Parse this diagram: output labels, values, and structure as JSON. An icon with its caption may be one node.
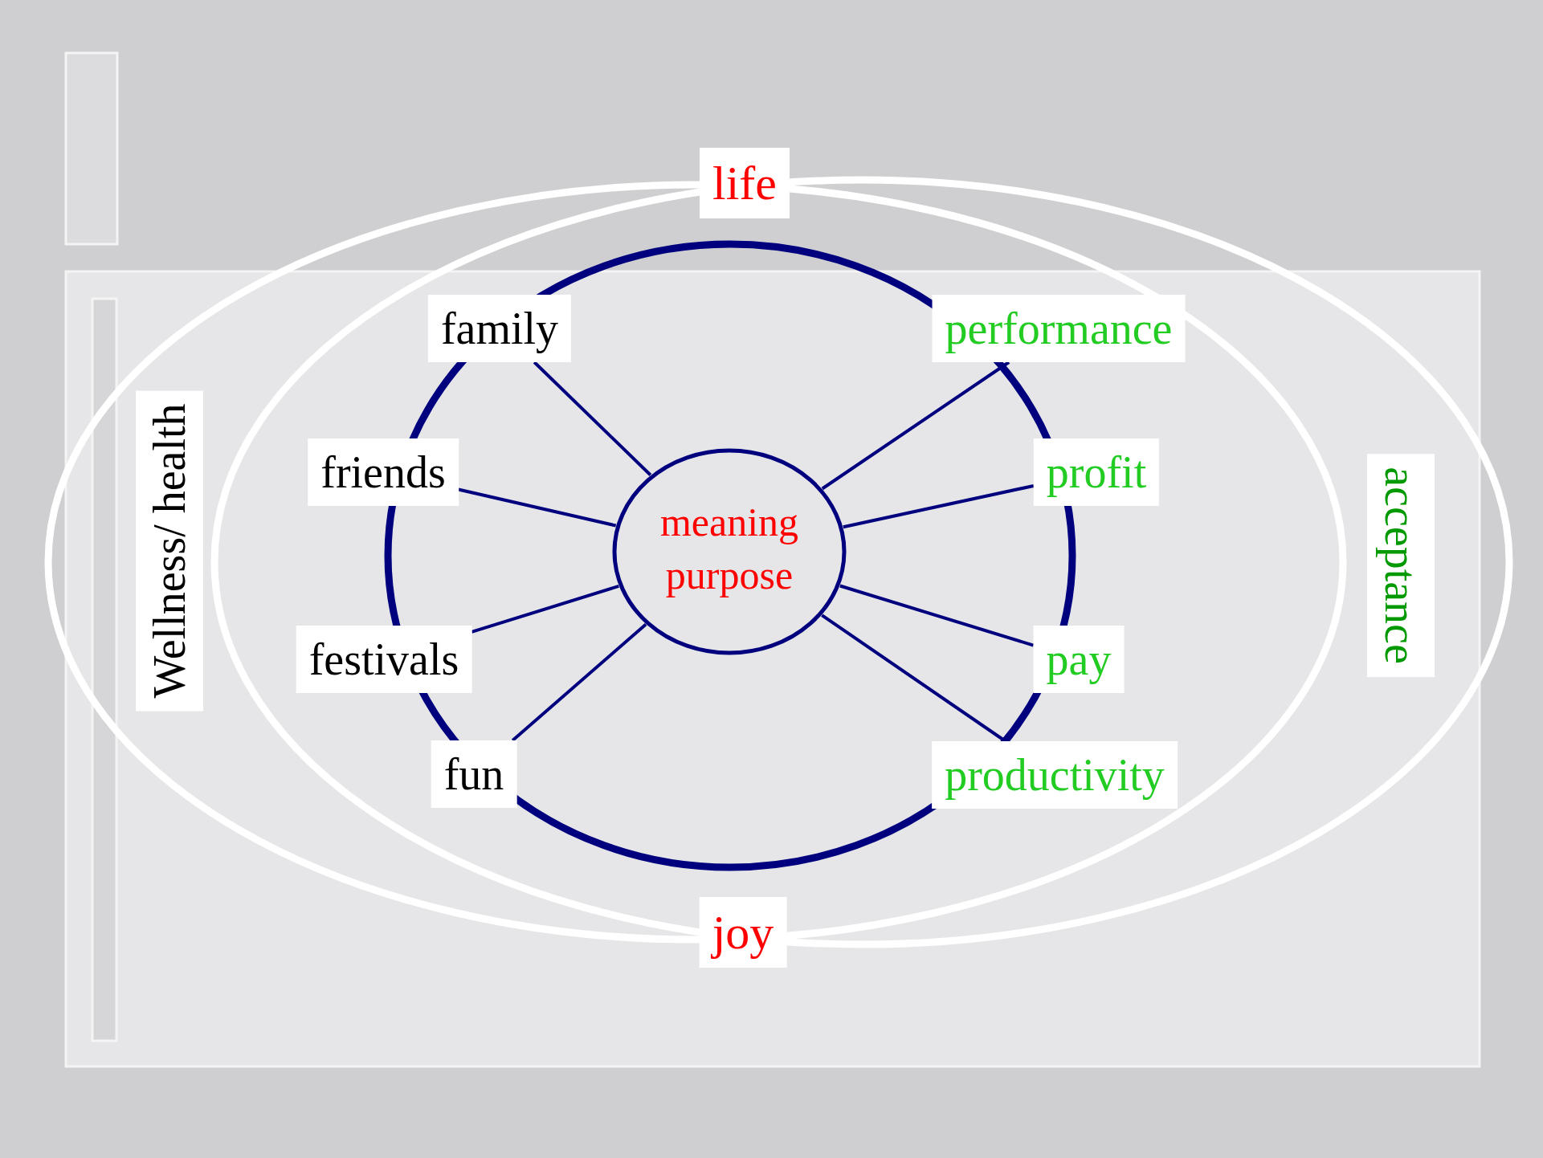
{
  "diagram": {
    "nodes": [
      {
        "text": [
          "meaning purpose"
        ]
      },
      {
        "text": [
          "family"
        ]
      },
      {
        "text": [
          "friends"
        ]
      },
      {
        "text": [
          "festivals"
        ]
      },
      {
        "text": [
          "fun"
        ]
      },
      {
        "text": [
          "performance"
        ]
      },
      {
        "text": [
          "profit"
        ]
      },
      {
        "text": [
          "pay"
        ]
      },
      {
        "text": [
          "productivity"
        ]
      },
      {
        "text": [
          "life"
        ]
      },
      {
        "text": [
          "Wellness/ health"
        ]
      },
      {
        "text": [
          "acceptance"
        ]
      },
      {
        "text": [
          "joy"
        ]
      }
    ],
    "edges": [
      {
        "from": 0,
        "to": 1,
        "arrow": "none"
      },
      {
        "from": 0,
        "to": 2,
        "arrow": "none"
      },
      {
        "from": 0,
        "to": 3,
        "arrow": "none"
      },
      {
        "from": 0,
        "to": 4,
        "arrow": "none"
      },
      {
        "from": 0,
        "to": 5,
        "arrow": "none"
      },
      {
        "from": 0,
        "to": 6,
        "arrow": "none"
      },
      {
        "from": 0,
        "to": 7,
        "arrow": "none"
      },
      {
        "from": 0,
        "to": 8,
        "arrow": "none"
      }
    ]
  }
}
